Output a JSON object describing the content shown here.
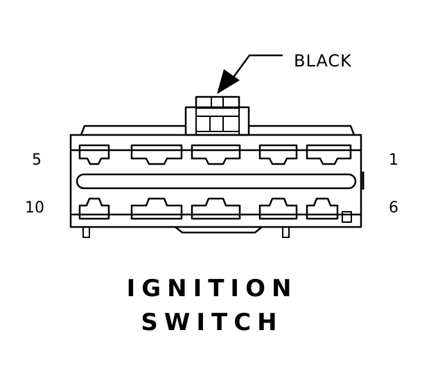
{
  "diagram": {
    "callout_label": "BLACK",
    "title_line1": "IGNITION",
    "title_line2": "SWITCH",
    "pin_labels": {
      "top_left": "5",
      "top_right": "1",
      "bottom_left": "10",
      "bottom_right": "6"
    },
    "line_color": "#000000",
    "background_color": "#ffffff"
  }
}
